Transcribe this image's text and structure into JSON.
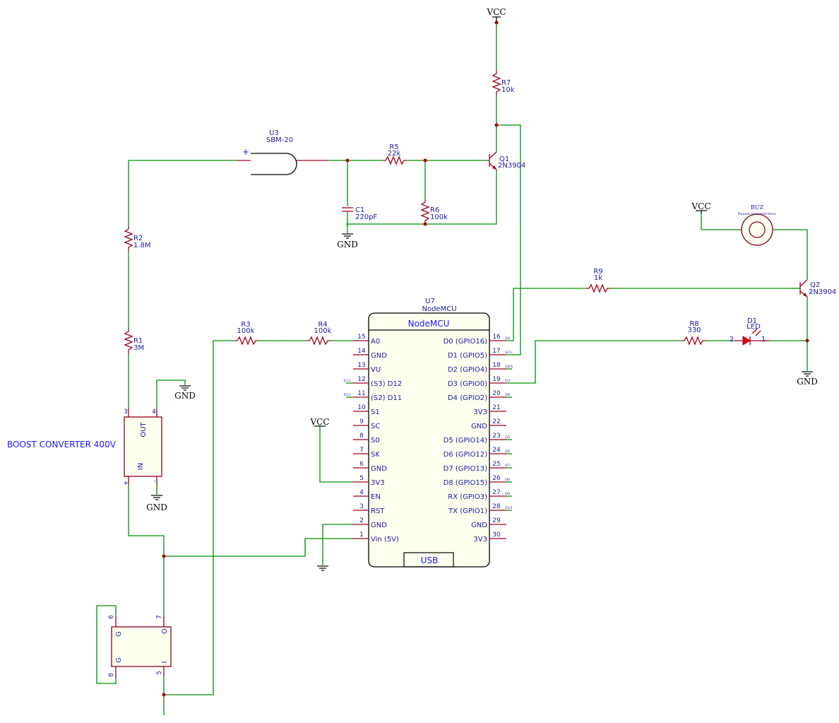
{
  "power": {
    "vcc": "VCC",
    "gnd": "GND"
  },
  "boost": {
    "title": "BOOST CONVERTER 400V",
    "out": "OUT",
    "in": "IN",
    "pin3": "3",
    "pin4": "4",
    "plus": "+",
    "minus": "-"
  },
  "u3": {
    "ref": "U3",
    "value": "SBM-20",
    "plus": "+"
  },
  "r1": {
    "ref": "R1",
    "value": "3M"
  },
  "r2": {
    "ref": "R2",
    "value": "1.8M"
  },
  "r3": {
    "ref": "R3",
    "value": "100k"
  },
  "r4": {
    "ref": "R4",
    "value": "100k"
  },
  "r5": {
    "ref": "R5",
    "value": "22k"
  },
  "r6": {
    "ref": "R6",
    "value": "100k"
  },
  "r7": {
    "ref": "R7",
    "value": "10k"
  },
  "r8": {
    "ref": "R8",
    "value": "330"
  },
  "r9": {
    "ref": "R9",
    "value": "1k"
  },
  "c1": {
    "ref": "C1",
    "value": "220pF"
  },
  "q1": {
    "ref": "Q1",
    "value": "2N3904"
  },
  "q2": {
    "ref": "Q2",
    "value": "2N3904"
  },
  "d1": {
    "ref": "D1",
    "value": "LED",
    "pin2": "2",
    "pin1": "1"
  },
  "buz": {
    "ref": "BUZ",
    "value": "Buzzer piezoeléctrico"
  },
  "u7": {
    "ref": "U7",
    "value": "NodeMCU",
    "title": "NodeMCU",
    "usb": "USB",
    "left_pins": [
      {
        "num": "15",
        "name": "A0"
      },
      {
        "num": "14",
        "name": "GND"
      },
      {
        "num": "13",
        "name": "VU"
      },
      {
        "num": "12",
        "name": "(S3) D12",
        "net": "D12"
      },
      {
        "num": "11",
        "name": "(S2) D11",
        "net": "D11"
      },
      {
        "num": "10",
        "name": "S1"
      },
      {
        "num": "9",
        "name": "SC"
      },
      {
        "num": "8",
        "name": "S0"
      },
      {
        "num": "7",
        "name": "SK"
      },
      {
        "num": "6",
        "name": "GND"
      },
      {
        "num": "5",
        "name": "3V3"
      },
      {
        "num": "4",
        "name": "EN"
      },
      {
        "num": "3",
        "name": "RST"
      },
      {
        "num": "2",
        "name": "GND"
      },
      {
        "num": "1",
        "name": "Vin (5V)"
      }
    ],
    "right_pins": [
      {
        "num": "16",
        "name": "D0 (GPIO16)",
        "net": "D0"
      },
      {
        "num": "17",
        "name": "D1 (GPIO5)",
        "net": "SCL"
      },
      {
        "num": "18",
        "name": "D2 (GPIO4)",
        "net": "SDA"
      },
      {
        "num": "19",
        "name": "D3 (GPIO0)",
        "net": "D3"
      },
      {
        "num": "20",
        "name": "D4 (GPIO2)",
        "net": "D4"
      },
      {
        "num": "21",
        "name": "3V3"
      },
      {
        "num": "22",
        "name": "GND"
      },
      {
        "num": "23",
        "name": "D5 (GPIO14)",
        "net": "D5"
      },
      {
        "num": "24",
        "name": "D6 (GPIO12)",
        "net": "D6"
      },
      {
        "num": "25",
        "name": "D7 (GPIO13)",
        "net": "D7"
      },
      {
        "num": "26",
        "name": "D8 (GPIO15)",
        "net": "D8"
      },
      {
        "num": "27",
        "name": "RX (GPIO3)",
        "net": "D9"
      },
      {
        "num": "28",
        "name": "TX (GPIO1)",
        "net": "D10"
      },
      {
        "num": "29",
        "name": "GND"
      },
      {
        "num": "30",
        "name": "3V3"
      }
    ]
  },
  "switch": {
    "g1": "G",
    "g2": "G",
    "o": "O",
    "i": "I",
    "p6": "6",
    "p7": "7",
    "p8": "8",
    "p5": "5"
  }
}
